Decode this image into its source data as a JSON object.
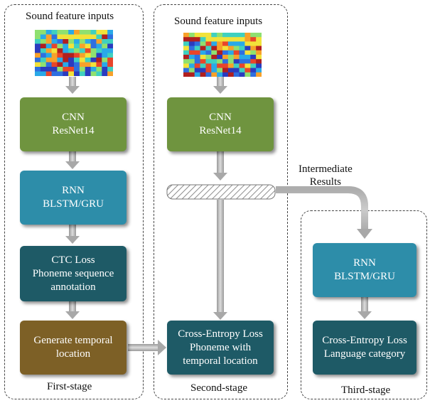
{
  "stages": [
    {
      "caption": "First-stage",
      "input_label": "Sound feature inputs",
      "blocks": [
        {
          "lines": [
            "CNN",
            "ResNet14"
          ]
        },
        {
          "lines": [
            "RNN",
            "BLSTM/GRU"
          ]
        },
        {
          "lines": [
            "CTC Loss",
            "Phoneme sequence",
            "annotation"
          ]
        },
        {
          "lines": [
            "Generate temporal",
            "location"
          ]
        }
      ]
    },
    {
      "caption": "Second-stage",
      "input_label": "Sound feature inputs",
      "blocks": [
        {
          "lines": [
            "CNN",
            "ResNet14"
          ]
        },
        {
          "lines": [
            "Cross-Entropy Loss",
            "Phoneme with",
            "temporal location"
          ]
        }
      ]
    },
    {
      "caption": "Third-stage",
      "blocks": [
        {
          "lines": [
            "RNN",
            "BLSTM/GRU"
          ]
        },
        {
          "lines": [
            "Cross-Entropy Loss",
            "Language category"
          ]
        }
      ]
    }
  ],
  "intermediate_label": [
    "Intermediate",
    "Results"
  ],
  "colors": {
    "cnn": "#6f943f",
    "rnn": "#2d8da9",
    "loss": "#1e5a66",
    "generate": "#7d6026",
    "arrow": "#b9b9b9"
  }
}
